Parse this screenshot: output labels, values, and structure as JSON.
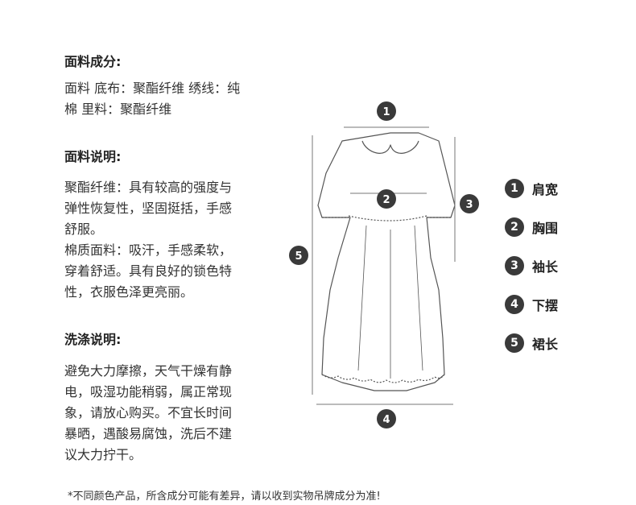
{
  "fabric": {
    "title": "面料成分:",
    "lines": [
      "面料 底布：聚酯纤维 绣线：纯",
      "棉 里料：聚酯纤维"
    ]
  },
  "description": {
    "title": "面料说明:",
    "lines": [
      "聚酯纤维：具有较高的强度与",
      "弹性恢复性，坚固挺括，手感",
      "舒服。",
      "棉质面料：吸汗，手感柔软，",
      "穿着舒适。具有良好的锁色特",
      "性，衣服色泽更亮丽。"
    ]
  },
  "washing": {
    "title": "洗涤说明:",
    "lines": [
      "避免大力摩擦，天气干燥有静",
      "电，吸湿功能稍弱，属正常现",
      "象，请放心购买。不宜长时间",
      "暴晒，遇酸易腐蚀，洗后不建",
      "议大力拧干。"
    ]
  },
  "figure": {
    "markers": [
      "1",
      "2",
      "3",
      "4",
      "5"
    ]
  },
  "legend": [
    {
      "num": "1",
      "label": "肩宽"
    },
    {
      "num": "2",
      "label": "胸围"
    },
    {
      "num": "3",
      "label": "袖长"
    },
    {
      "num": "4",
      "label": "下摆"
    },
    {
      "num": "5",
      "label": "裙长"
    }
  ],
  "footnote": "*不同颜色产品，所含成分可能有差异，请以收到实物吊牌成分为准!",
  "colors": {
    "badge": "#3a3a3a",
    "line": "#555555",
    "text": "#333333"
  }
}
